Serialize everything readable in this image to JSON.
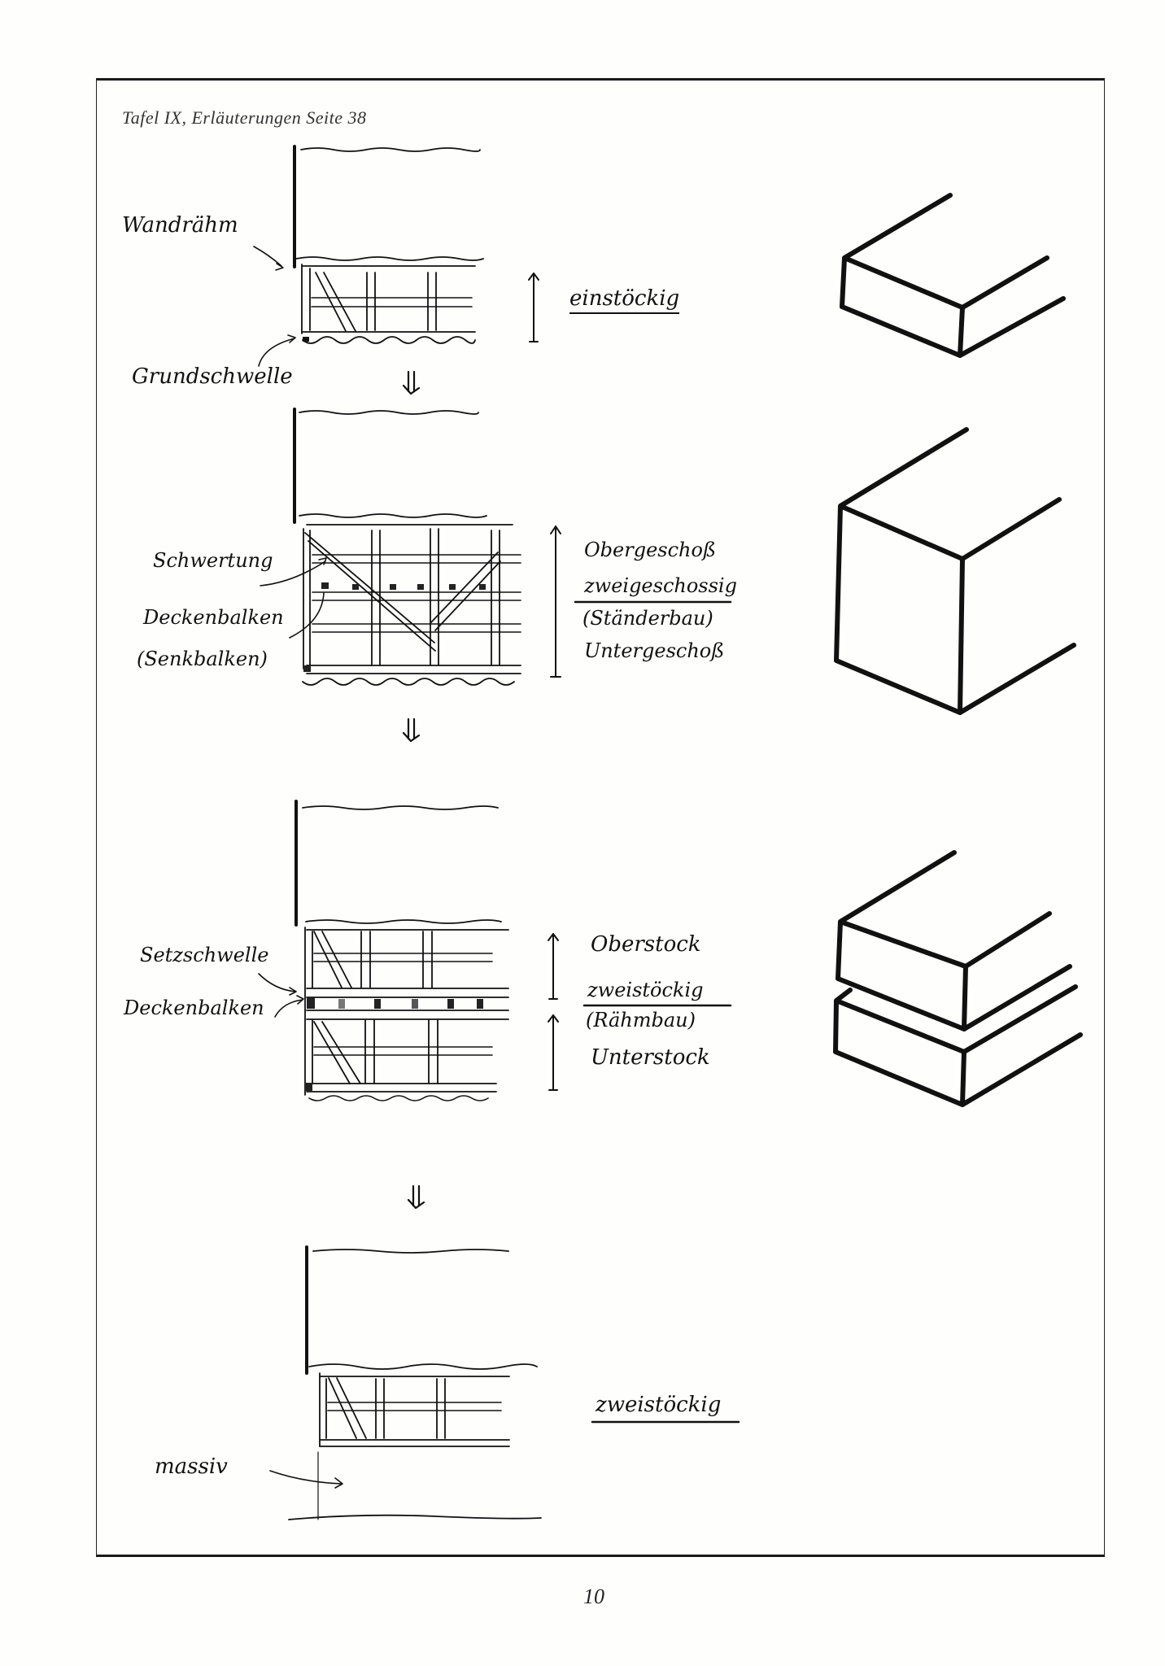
{
  "page": {
    "caption": "Tafel IX, Erläuterungen Seite 38",
    "page_number": "10"
  },
  "section1": {
    "label_wall_plate": "Wandrähm",
    "label_sill": "Grundschwelle",
    "label_type": "einstöckig"
  },
  "section2": {
    "label_brace": "Schwertung",
    "label_joists": "Deckenbalken",
    "label_joists_alt": "(Senkbalken)",
    "label_upper": "Obergeschoß",
    "label_type": "zweigeschossig",
    "label_system": "(Ständerbau)",
    "label_lower": "Untergeschoß"
  },
  "section3": {
    "label_sill": "Setzschwelle",
    "label_joists": "Deckenbalken",
    "label_upper": "Oberstock",
    "label_type": "zweistöckig",
    "label_system": "(Rähmbau)",
    "label_lower": "Unterstock"
  },
  "section4": {
    "label_base": "massiv",
    "label_type": "zweistöckig"
  },
  "icons": {
    "transition_arrow": "double-down-arrow",
    "height_arrow": "up-arrow"
  }
}
